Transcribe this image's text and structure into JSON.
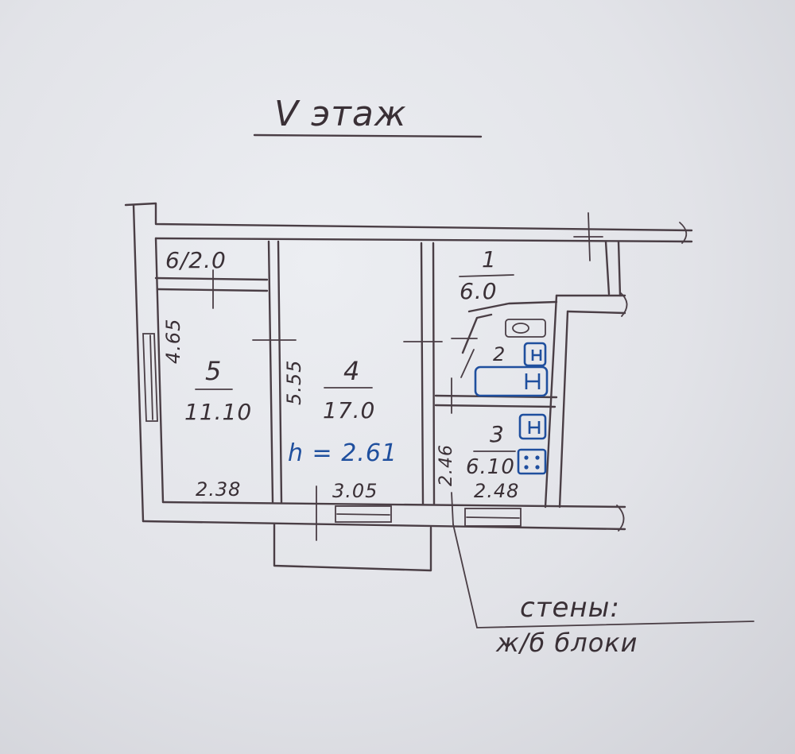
{
  "floor_title": "V этаж",
  "ceiling_height": "h = 2.61",
  "rooms": [
    {
      "id": "6",
      "number": "6",
      "area": "2.0",
      "label": "6/2.0"
    },
    {
      "id": "5",
      "number": "5",
      "area": "11.10"
    },
    {
      "id": "4",
      "number": "4",
      "area": "17.0"
    },
    {
      "id": "1",
      "number": "1",
      "area": "6.0"
    },
    {
      "id": "2",
      "number": "2"
    },
    {
      "id": "3",
      "number": "3",
      "area": "6.10"
    }
  ],
  "dimensions": {
    "room5_height": "4.65",
    "room4_height": "5.55",
    "room3_height": "2.46",
    "room5_width": "2.38",
    "room4_width": "3.05",
    "room3_width": "2.48"
  },
  "note": {
    "line1": "стены:",
    "line2": "ж/б блоки"
  },
  "colors": {
    "ink": "#4a3e45",
    "fixture_blue": "#1f4f9e",
    "paper": "#e6e7eb"
  }
}
